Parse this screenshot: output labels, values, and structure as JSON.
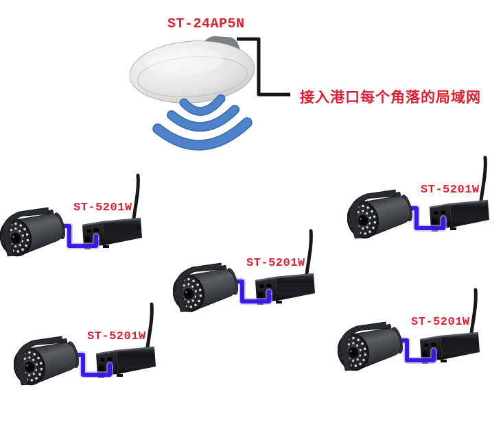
{
  "diagram": {
    "access_point": {
      "model": "ST-24AP5N",
      "note": "接入港口每个角落的局域网"
    },
    "units": [
      {
        "position": "left-middle",
        "model": "ST-5201W"
      },
      {
        "position": "right-middle",
        "model": "ST-5201W"
      },
      {
        "position": "center",
        "model": "ST-5201W"
      },
      {
        "position": "bottom-left",
        "model": "ST-5201W"
      },
      {
        "position": "bottom-right",
        "model": "ST-5201W"
      }
    ],
    "colors": {
      "label_red": "#df1f30",
      "cable_blue": "#3d18e6",
      "cable_blue_halo": "#b3a6f2",
      "wifi_blue": "#4f83c9",
      "lan_cable_black": "#141414",
      "background": "#ffffff"
    }
  }
}
